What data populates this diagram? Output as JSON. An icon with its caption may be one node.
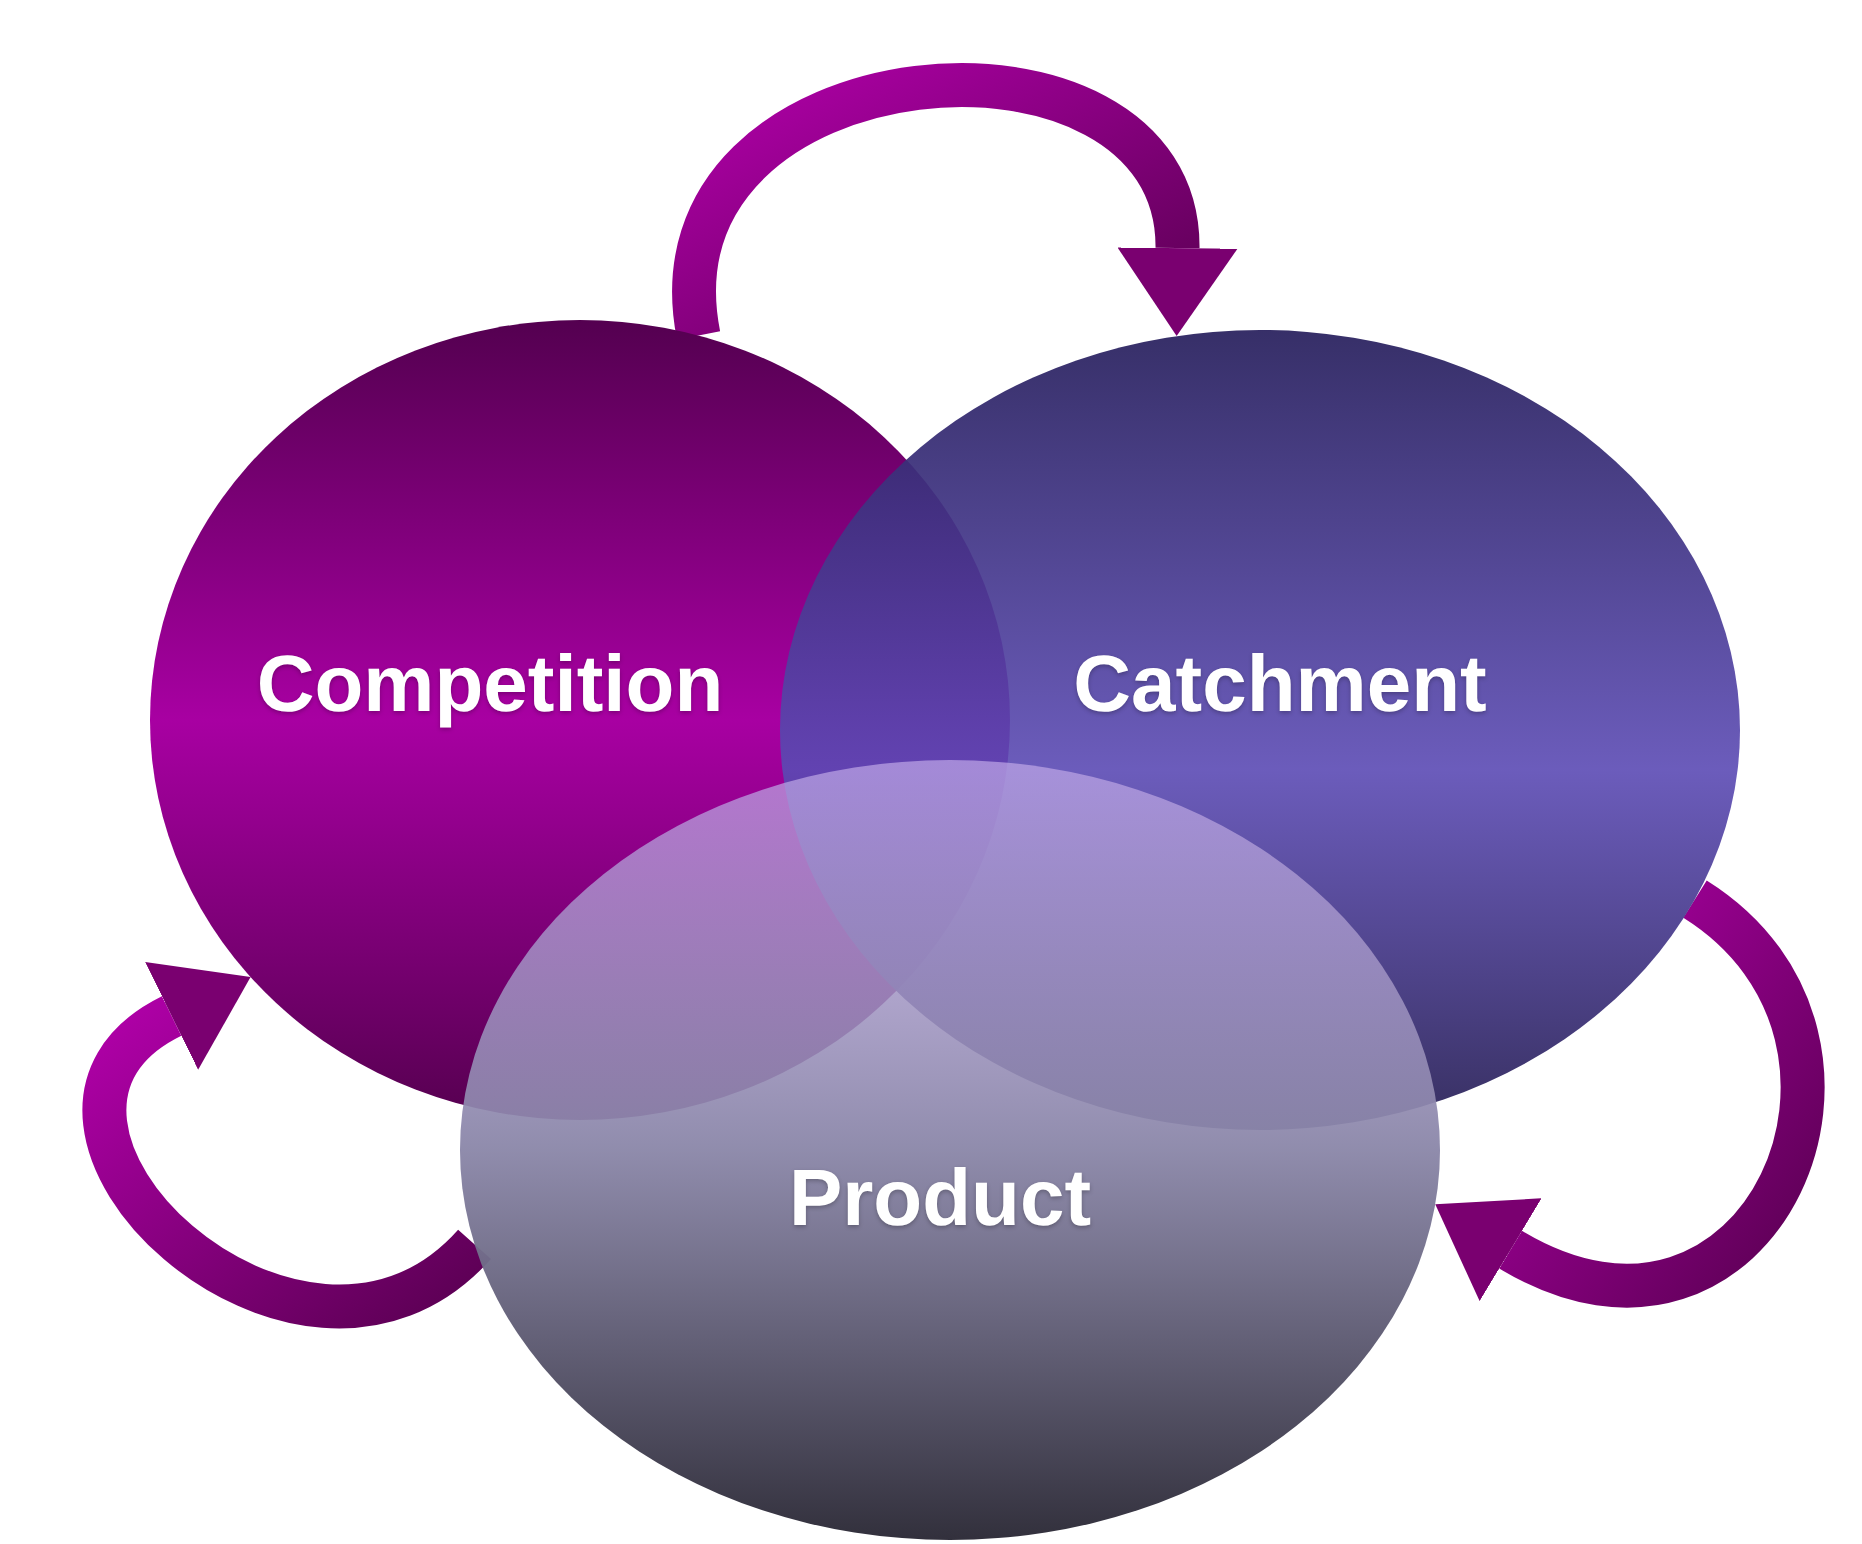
{
  "diagram": {
    "nodes": [
      {
        "text": [
          "Competition"
        ]
      },
      {
        "text": [
          "Catchment"
        ]
      },
      {
        "text": [
          "Product"
        ]
      }
    ],
    "edges": [
      {
        "from": 0,
        "to": 1,
        "arrow": "to"
      },
      {
        "from": 1,
        "to": 2,
        "arrow": "to"
      },
      {
        "from": 2,
        "to": 0,
        "arrow": "to"
      }
    ]
  }
}
